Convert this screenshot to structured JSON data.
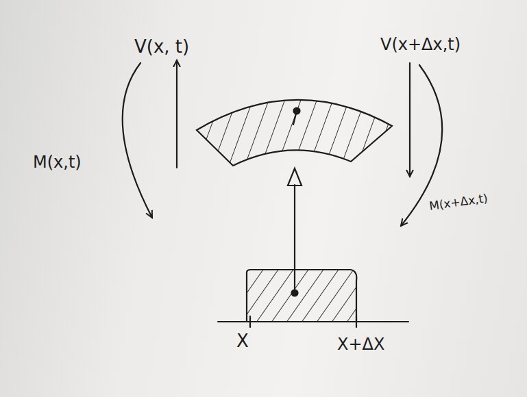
{
  "diagram": {
    "labels": [
      "V(x, t)",
      "V(x+Δx,t)",
      "M(x,t)",
      "M(x+Δx,t)",
      "X",
      "X+ΔX"
    ]
  }
}
